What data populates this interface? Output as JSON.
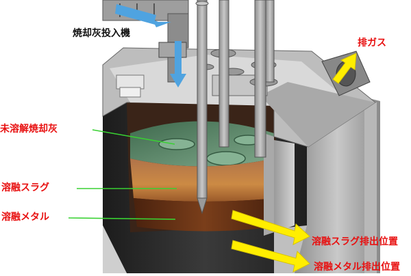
{
  "labels": {
    "ash_feeder": "焼却灰投入機",
    "exhaust_gas": "排ガス",
    "unmelted_ash": "未溶解焼却灰",
    "molten_slag": "溶融スラグ",
    "molten_metal": "溶融メタル",
    "slag_outlet": "溶融スラグ排出位置",
    "metal_outlet": "溶融メタル排出位置"
  },
  "colors": {
    "callout_red": "#e81010",
    "callout_black": "#111111",
    "leader_green": "#39d132",
    "arrow_yellow": "#ffee00",
    "arrow_blue": "#4fa3e0",
    "furnace_shell": "#2a2a2a",
    "steel_gray": "#a8a8a8",
    "slag_orange": "#c8803f",
    "metal_brown": "#6b3518",
    "ash_surface": "#5f8c6c"
  }
}
